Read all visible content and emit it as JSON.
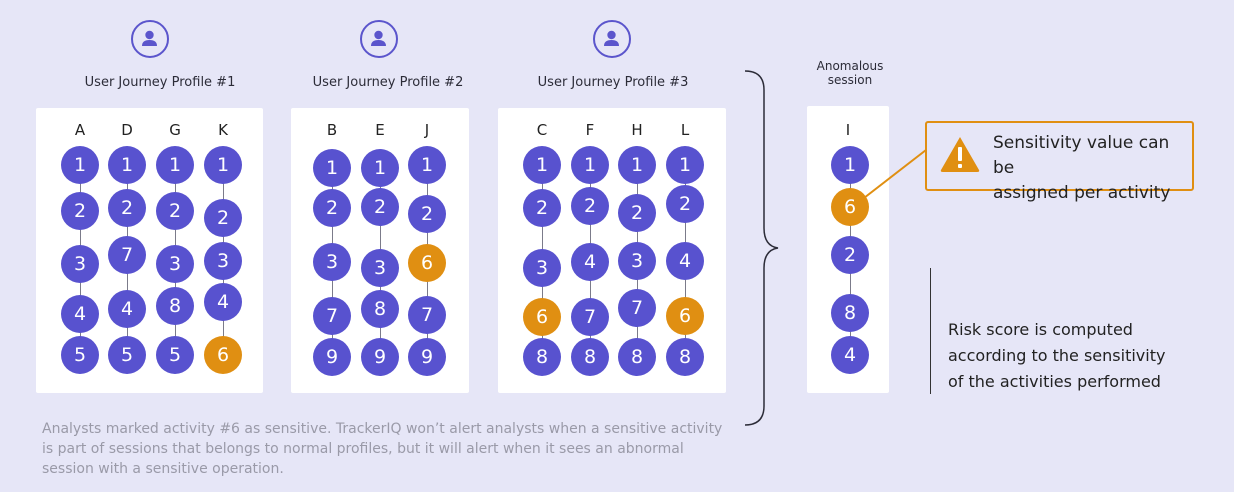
{
  "profiles": [
    {
      "title": "User Journey Profile #1",
      "columns": [
        {
          "label": "A",
          "nodes": [
            {
              "v": "1"
            },
            {
              "v": "2"
            },
            {
              "v": "3"
            },
            {
              "v": "4"
            },
            {
              "v": "5"
            }
          ]
        },
        {
          "label": "D",
          "nodes": [
            {
              "v": "1"
            },
            {
              "v": "2"
            },
            {
              "v": "7"
            },
            {
              "v": "4"
            },
            {
              "v": "5"
            }
          ]
        },
        {
          "label": "G",
          "nodes": [
            {
              "v": "1"
            },
            {
              "v": "2"
            },
            {
              "v": "3"
            },
            {
              "v": "8"
            },
            {
              "v": "5"
            }
          ]
        },
        {
          "label": "K",
          "nodes": [
            {
              "v": "1"
            },
            {
              "v": "2"
            },
            {
              "v": "3"
            },
            {
              "v": "4"
            },
            {
              "v": "6",
              "sensitive": true
            }
          ]
        }
      ]
    },
    {
      "title": "User Journey Profile #2",
      "columns": [
        {
          "label": "B",
          "nodes": [
            {
              "v": "1"
            },
            {
              "v": "2"
            },
            {
              "v": "3"
            },
            {
              "v": "7"
            },
            {
              "v": "9"
            }
          ]
        },
        {
          "label": "E",
          "nodes": [
            {
              "v": "1"
            },
            {
              "v": "2"
            },
            {
              "v": "3"
            },
            {
              "v": "8"
            },
            {
              "v": "9"
            }
          ]
        },
        {
          "label": "J",
          "nodes": [
            {
              "v": "1"
            },
            {
              "v": "2"
            },
            {
              "v": "6",
              "sensitive": true
            },
            {
              "v": "7"
            },
            {
              "v": "9"
            }
          ]
        }
      ]
    },
    {
      "title": "User Journey Profile #3",
      "columns": [
        {
          "label": "C",
          "nodes": [
            {
              "v": "1"
            },
            {
              "v": "2"
            },
            {
              "v": "3"
            },
            {
              "v": "6",
              "sensitive": true
            },
            {
              "v": "8"
            }
          ]
        },
        {
          "label": "F",
          "nodes": [
            {
              "v": "1"
            },
            {
              "v": "2"
            },
            {
              "v": "4"
            },
            {
              "v": "7"
            },
            {
              "v": "8"
            }
          ]
        },
        {
          "label": "H",
          "nodes": [
            {
              "v": "1"
            },
            {
              "v": "2"
            },
            {
              "v": "3"
            },
            {
              "v": "7"
            },
            {
              "v": "8"
            }
          ]
        },
        {
          "label": "L",
          "nodes": [
            {
              "v": "1"
            },
            {
              "v": "2"
            },
            {
              "v": "4"
            },
            {
              "v": "6",
              "sensitive": true
            },
            {
              "v": "8"
            }
          ]
        }
      ]
    }
  ],
  "anomalous": {
    "title_line1": "Anomalous",
    "title_line2": "session",
    "column": {
      "label": "I",
      "nodes": [
        {
          "v": "1"
        },
        {
          "v": "6",
          "sensitive": true
        },
        {
          "v": "2"
        },
        {
          "v": "8"
        },
        {
          "v": "4"
        }
      ]
    }
  },
  "callout": {
    "line1": "Sensitivity value can be",
    "line2": "assigned per activity",
    "icon": "warning-icon"
  },
  "risk": {
    "line1": "Risk score is computed",
    "line2": "according to the sensitivity",
    "line3": "of the activities performed"
  },
  "footnote": "Analysts marked activity #6 as sensitive. TrackerIQ won’t alert analysts when a sensitive activity is part of sessions that belongs to normal profiles, but it will alert when it sees an abnormal session with a sensitive operation.",
  "colors": {
    "node": "#5852cf",
    "sensitive": "#e08f12",
    "background": "#e6e6f7",
    "icon": "#5b55cc"
  }
}
